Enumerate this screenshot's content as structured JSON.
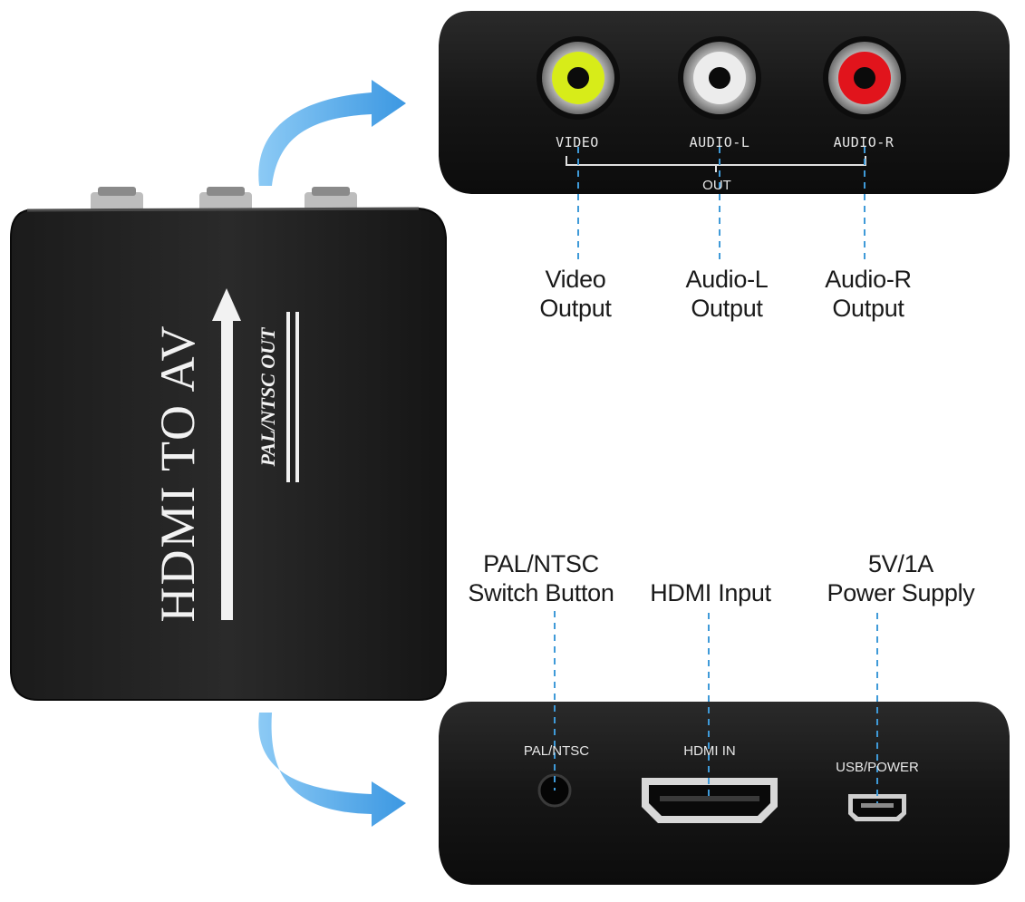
{
  "device": {
    "brand_title": "HDMI TO AV",
    "subtitle": "PAL/NTSC OUT"
  },
  "top_panel": {
    "ports": [
      {
        "label": "VIDEO",
        "color": "#d7ec19",
        "callout_line1": "Video",
        "callout_line2": "Output"
      },
      {
        "label": "AUDIO-L",
        "color": "#ececec",
        "callout_line1": "Audio-L",
        "callout_line2": "Output"
      },
      {
        "label": "AUDIO-R",
        "color": "#e1141c",
        "callout_line1": "Audio-R",
        "callout_line2": "Output"
      }
    ],
    "group_label": "OUT"
  },
  "bottom_panel": {
    "switch_label": "PAL/NTSC",
    "hdmi_label": "HDMI IN",
    "usb_label": "USB/POWER",
    "callouts": {
      "switch_line1": "PAL/NTSC",
      "switch_line2": "Switch Button",
      "hdmi": "HDMI Input",
      "power_line1": "5V/1A",
      "power_line2": "Power Supply"
    }
  },
  "colors": {
    "arrow": "#4aa3e6",
    "panel": "#141414",
    "dashed_line": "#3f9ad8"
  },
  "icons": [
    "curved-arrow-icon",
    "rca-jack-icon",
    "hdmi-port-icon",
    "mini-usb-icon",
    "button-hole-icon"
  ]
}
